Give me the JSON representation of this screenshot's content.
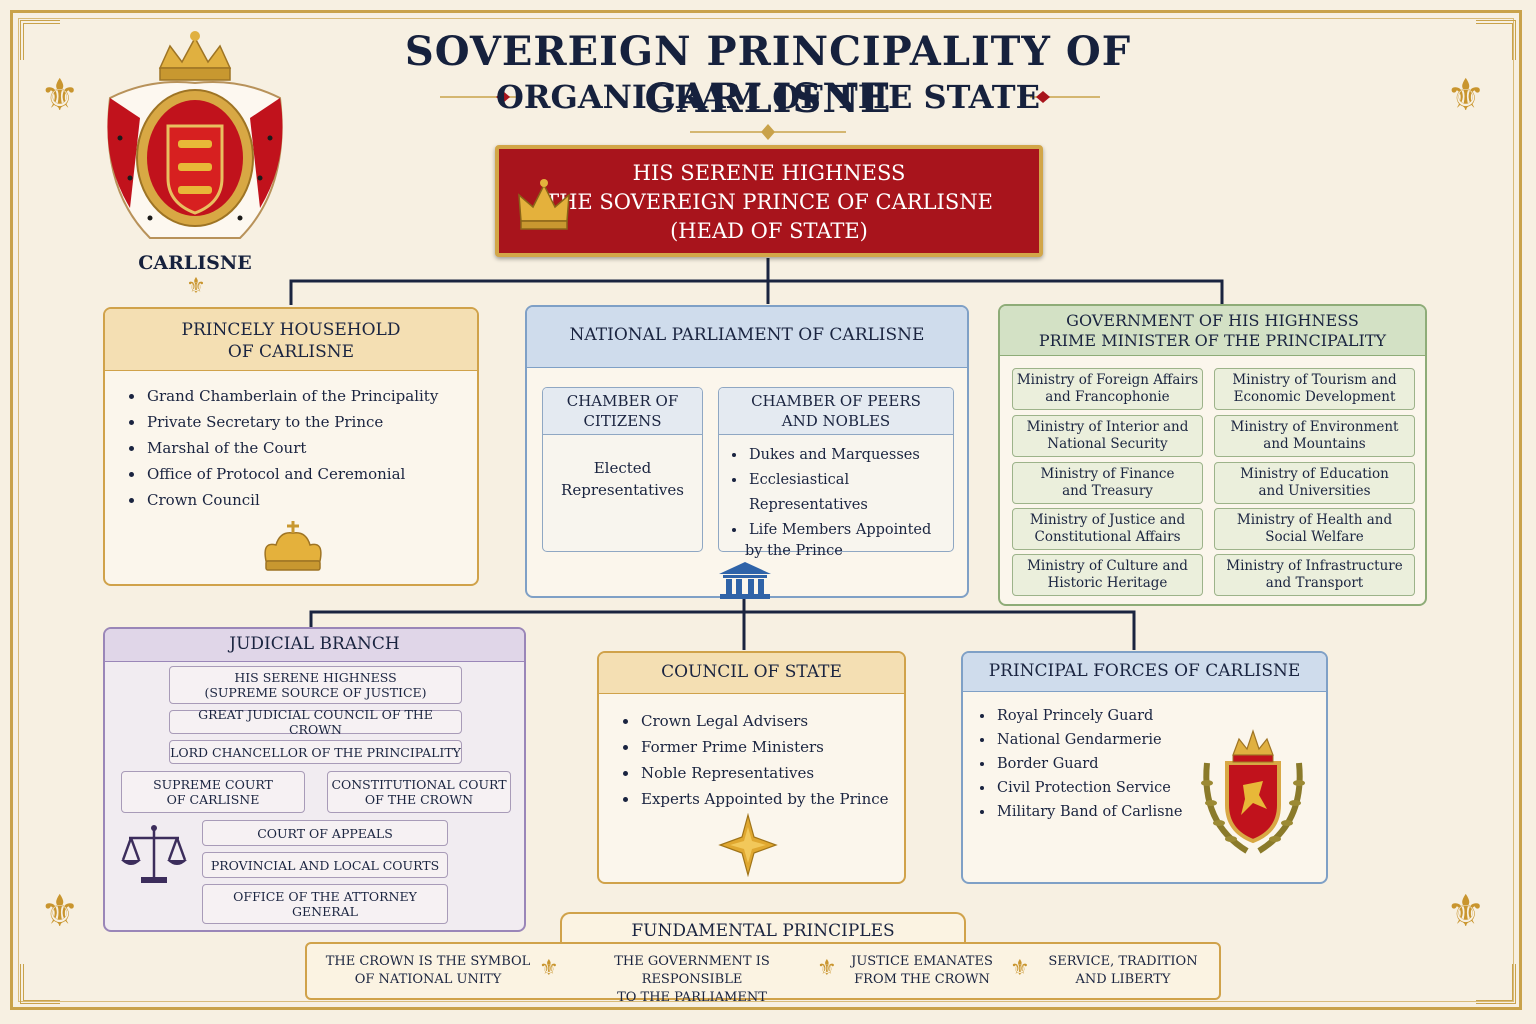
{
  "header": {
    "title": "SOVEREIGN PRINCIPALITY OF CARLISNE",
    "subtitle": "ORGANIGRAM OF THE STATE"
  },
  "emblem": {
    "label": "CARLISNE"
  },
  "head_of_state": {
    "line1": "HIS SERENE HIGHNESS",
    "line2": "THE SOVEREIGN PRINCE OF CARLISNE",
    "line3": "(HEAD OF STATE)"
  },
  "household": {
    "title_line1": "PRINCELY HOUSEHOLD",
    "title_line2": "OF CARLISNE",
    "items": [
      "Grand Chamberlain of the Principality",
      "Private Secretary to the Prince",
      "Marshal of the Court",
      "Office of Protocol and Ceremonial",
      "Crown Council"
    ]
  },
  "parliament": {
    "title": "NATIONAL PARLIAMENT OF CARLISNE",
    "citizens": {
      "title_line1": "CHAMBER OF",
      "title_line2": "CITIZENS",
      "body_line1": "Elected",
      "body_line2": "Representatives"
    },
    "peers": {
      "title_line1": "CHAMBER OF PEERS",
      "title_line2": "AND NOBLES",
      "items": [
        "Dukes and Marquesses",
        "Ecclesiastical Representatives",
        "Life Members Appointed"
      ],
      "item_cont": "by the Prince"
    }
  },
  "government": {
    "title_line1": "GOVERNMENT OF HIS HIGHNESS",
    "title_line2": "PRIME MINISTER OF THE PRINCIPALITY",
    "ministries": [
      [
        "Ministry of Foreign Affairs",
        "and Francophonie"
      ],
      [
        "Ministry of Tourism and",
        "Economic Development"
      ],
      [
        "Ministry of Interior and",
        "National Security"
      ],
      [
        "Ministry of Environment",
        "and Mountains"
      ],
      [
        "Ministry of Finance",
        "and Treasury"
      ],
      [
        "Ministry of Education",
        "and Universities"
      ],
      [
        "Ministry of Justice and",
        "Constitutional Affairs"
      ],
      [
        "Ministry of Health and",
        "Social Welfare"
      ],
      [
        "Ministry of Culture and",
        "Historic Heritage"
      ],
      [
        "Ministry of Infrastructure",
        "and Transport"
      ]
    ]
  },
  "judicial": {
    "title": "JUDICIAL BRANCH",
    "hsh_line1": "HIS SERENE HIGHNESS",
    "hsh_line2": "(SUPREME SOURCE OF JUSTICE)",
    "great_council": "GREAT JUDICIAL COUNCIL OF THE CROWN",
    "lord_chancellor": "LORD CHANCELLOR OF THE PRINCIPALITY",
    "supreme_line1": "SUPREME COURT",
    "supreme_line2": "OF CARLISNE",
    "constitutional_line1": "CONSTITUTIONAL COURT",
    "constitutional_line2": "OF THE CROWN",
    "appeals": "COURT OF APPEALS",
    "provincial": "PROVINCIAL AND LOCAL COURTS",
    "attorney_line1": "OFFICE OF THE ATTORNEY",
    "attorney_line2": "GENERAL"
  },
  "council": {
    "title": "COUNCIL OF STATE",
    "items": [
      "Crown Legal Advisers",
      "Former Prime Ministers",
      "Noble Representatives",
      "Experts Appointed by the Prince"
    ]
  },
  "forces": {
    "title": "PRINCIPAL FORCES OF CARLISNE",
    "items": [
      "Royal Princely Guard",
      "National Gendarmerie",
      "Border Guard",
      "Civil Protection Service",
      "Military Band of Carlisne"
    ]
  },
  "principles": {
    "title": "FUNDAMENTAL PRINCIPLES",
    "items": [
      [
        "THE CROWN IS THE SYMBOL",
        "OF NATIONAL UNITY"
      ],
      [
        "THE GOVERNMENT IS RESPONSIBLE",
        "TO THE PARLIAMENT"
      ],
      [
        "JUSTICE EMANATES",
        "FROM THE CROWN"
      ],
      [
        "SERVICE, TRADITION",
        "AND LIBERTY"
      ]
    ]
  },
  "colors": {
    "crimson": "#a8141c",
    "gold": "#d0a24a",
    "navy": "#16213d"
  },
  "icons": [
    "crown-icon",
    "fleur-de-lis-icon",
    "parliament-building-icon",
    "scales-of-justice-icon",
    "star-icon",
    "coat-of-arms-icon"
  ]
}
